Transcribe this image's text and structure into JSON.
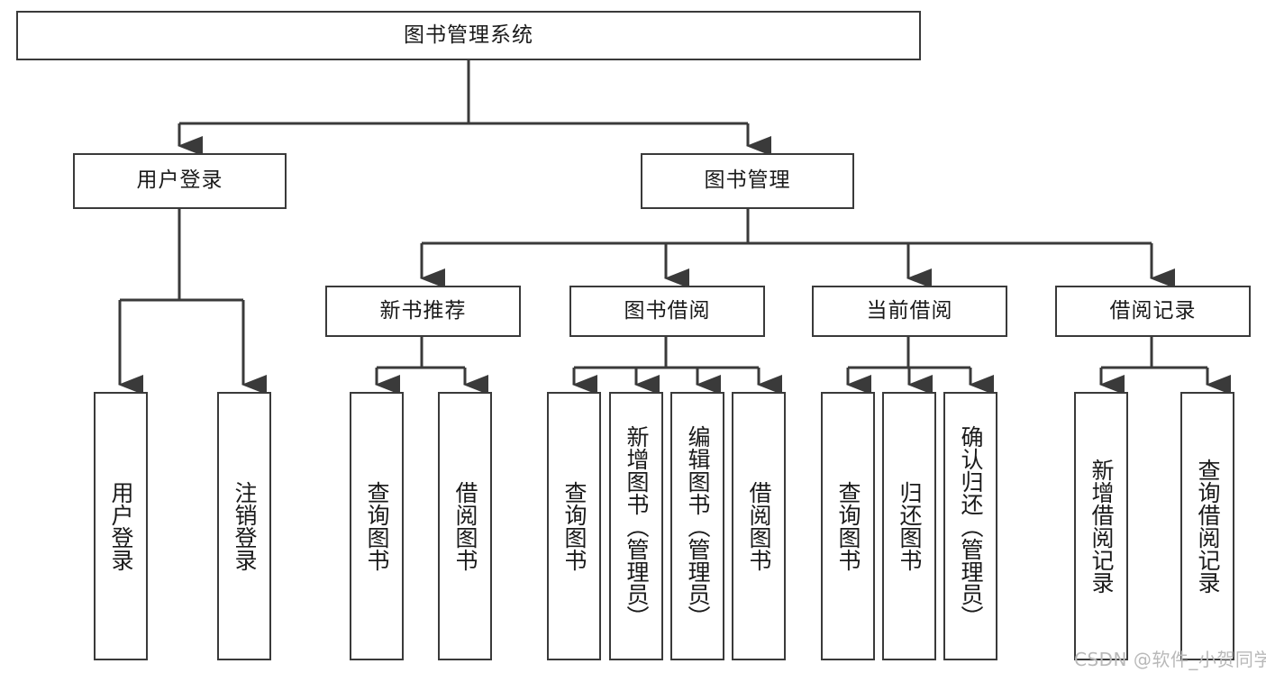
{
  "diagram": {
    "title": "图书管理系统",
    "type": "tree-hierarchy",
    "watermark": "CSDN @软件_小贺同学",
    "colors": {
      "box_border": "#3a3a3a",
      "box_fill": "#ffffff",
      "edge": "#3a3a3a",
      "text": "#1a1a1a",
      "watermark": "#b9b9b9",
      "background": "#ffffff"
    },
    "root": {
      "label": "图书管理系统",
      "orientation": "horizontal"
    },
    "level2": [
      {
        "label": "用户登录",
        "orientation": "horizontal"
      },
      {
        "label": "图书管理",
        "orientation": "horizontal"
      }
    ],
    "level3": [
      {
        "label": "新书推荐",
        "orientation": "horizontal",
        "parent": "图书管理"
      },
      {
        "label": "图书借阅",
        "orientation": "horizontal",
        "parent": "图书管理"
      },
      {
        "label": "当前借阅",
        "orientation": "horizontal",
        "parent": "图书管理"
      },
      {
        "label": "借阅记录",
        "orientation": "horizontal",
        "parent": "图书管理"
      }
    ],
    "leaves": {
      "user_login": [
        {
          "label": "用户登录",
          "orientation": "vertical"
        },
        {
          "label": "注销登录",
          "orientation": "vertical"
        }
      ],
      "new_book_recommend": [
        {
          "label": "查询图书",
          "orientation": "vertical"
        },
        {
          "label": "借阅图书",
          "orientation": "vertical"
        }
      ],
      "book_borrow": [
        {
          "label": "查询图书",
          "orientation": "vertical"
        },
        {
          "label": "新增图书（管理员）",
          "orientation": "vertical"
        },
        {
          "label": "编辑图书（管理员）",
          "orientation": "vertical"
        },
        {
          "label": "借阅图书",
          "orientation": "vertical"
        }
      ],
      "current_borrow": [
        {
          "label": "查询图书",
          "orientation": "vertical"
        },
        {
          "label": "归还图书",
          "orientation": "vertical"
        },
        {
          "label": "确认归还（管理员）",
          "orientation": "vertical"
        }
      ],
      "borrow_record": [
        {
          "label": "新增借阅记录",
          "orientation": "vertical"
        },
        {
          "label": "查询借阅记录",
          "orientation": "vertical"
        }
      ]
    }
  }
}
